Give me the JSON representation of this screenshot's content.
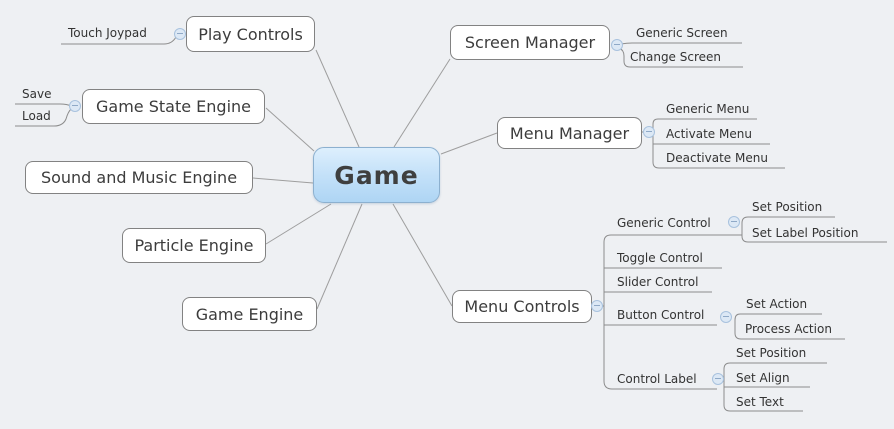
{
  "mindmap": {
    "root": {
      "label": "Game"
    },
    "branches": [
      {
        "label": "Play Controls",
        "children": [
          {
            "label": "Touch Joypad"
          }
        ]
      },
      {
        "label": "Game State Engine",
        "children": [
          {
            "label": "Save"
          },
          {
            "label": "Load"
          }
        ]
      },
      {
        "label": "Sound and Music Engine",
        "children": []
      },
      {
        "label": "Particle Engine",
        "children": []
      },
      {
        "label": "Game Engine",
        "children": []
      },
      {
        "label": "Screen Manager",
        "children": [
          {
            "label": "Generic Screen"
          },
          {
            "label": "Change Screen"
          }
        ]
      },
      {
        "label": "Menu Manager",
        "children": [
          {
            "label": "Generic Menu"
          },
          {
            "label": "Activate Menu"
          },
          {
            "label": "Deactivate Menu"
          }
        ]
      },
      {
        "label": "Menu Controls",
        "children": [
          {
            "label": "Generic Control",
            "children": [
              {
                "label": "Set Position"
              },
              {
                "label": "Set Label Position"
              }
            ]
          },
          {
            "label": "Toggle Control",
            "children": []
          },
          {
            "label": "Slider Control",
            "children": []
          },
          {
            "label": "Button Control",
            "children": [
              {
                "label": "Set Action"
              },
              {
                "label": "Process Action"
              }
            ]
          },
          {
            "label": "Control Label",
            "children": [
              {
                "label": "Set Position"
              },
              {
                "label": "Set Align"
              },
              {
                "label": "Set Text"
              }
            ]
          }
        ]
      }
    ],
    "icons": {
      "collapse": "minus-circle"
    },
    "colors": {
      "background": "#eef0f3",
      "topic_fill": "#ffffff",
      "topic_border": "#828282",
      "root_fill_top": "#ddeffd",
      "root_fill_bottom": "#aed5f4",
      "root_border": "#8cb0cf",
      "connector_line": "#9e9e9e",
      "branch_line": "#8c8c8c",
      "collapse_fill": "#dce8f5",
      "collapse_border": "#a8c2de",
      "text": "#3c3c3c"
    }
  }
}
